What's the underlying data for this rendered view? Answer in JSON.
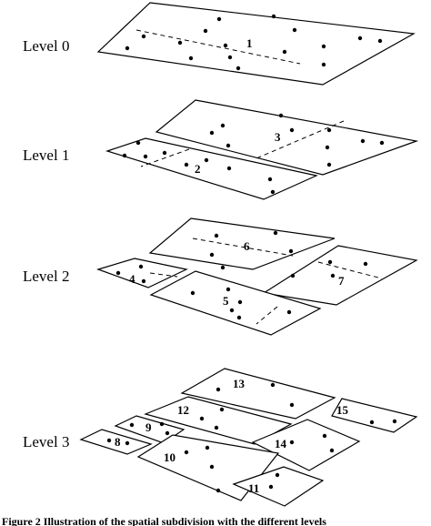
{
  "figure": {
    "levels": [
      "Level 0",
      "Level 1",
      "Level 2",
      "Level 3"
    ],
    "region_labels": [
      "1",
      "2",
      "3",
      "4",
      "5",
      "6",
      "7",
      "8",
      "9",
      "10",
      "11",
      "12",
      "13",
      "14",
      "15"
    ],
    "caption": "Figure 2  Illustration of the spatial subdivision with the different levels"
  }
}
